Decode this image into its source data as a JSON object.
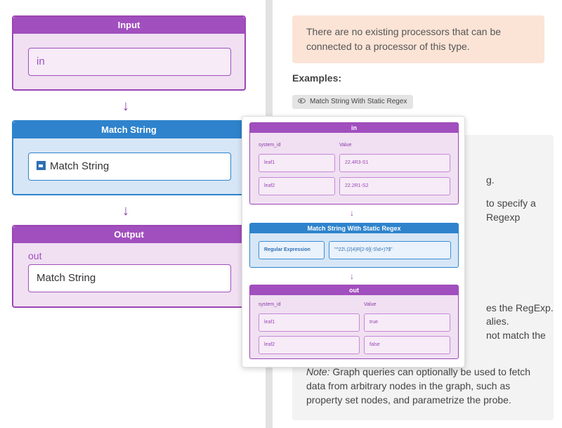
{
  "editor": {
    "input_node": {
      "title": "Input",
      "field_value": "in"
    },
    "processor_node": {
      "title": "Match String",
      "field_value": "Match String",
      "field_icon": "processor-icon"
    },
    "output_node": {
      "title": "Output",
      "label": "out",
      "field_value": "Match String"
    },
    "arrow_glyph": "↓"
  },
  "info": {
    "notice": "There are no existing processors that can be connected to a processor of this type.",
    "examples_heading": "Examples:",
    "example_chip": {
      "label": "Match String With Static Regex",
      "icon": "eye-icon"
    },
    "description_fragments": [
      "g.",
      "to specify a",
      "Regexp",
      "es the RegExp.",
      "alies.",
      "not match the"
    ],
    "note_label": "Note:",
    "note_text_1": " Graph queries can optionally be used to fetch",
    "note_text_2": "data from arbitrary nodes in the graph, such as",
    "note_text_3": "property set nodes, and parametrize the probe."
  },
  "popup": {
    "arrow_glyph": "↓",
    "in_node": {
      "title": "in",
      "col1": "system_id",
      "col2": "Value",
      "rows": [
        {
          "id": "leaf1",
          "value": "22.4R3-S1"
        },
        {
          "id": "leaf2",
          "value": "22.2R1-S2"
        }
      ]
    },
    "proc_node": {
      "title": "Match String With Static Regex",
      "param_label": "Regular Expression",
      "param_value": "\"^22\\.(2|4)R[2-9](-S\\d+)?$\""
    },
    "out_node": {
      "title": "out",
      "col1": "system_id",
      "col2": "Value",
      "rows": [
        {
          "id": "leaf1",
          "value": "true"
        },
        {
          "id": "leaf2",
          "value": "false"
        }
      ]
    }
  },
  "colors": {
    "purple": "#a14fbe",
    "blue": "#2e83cc",
    "notice_bg": "#fbe4d6"
  }
}
